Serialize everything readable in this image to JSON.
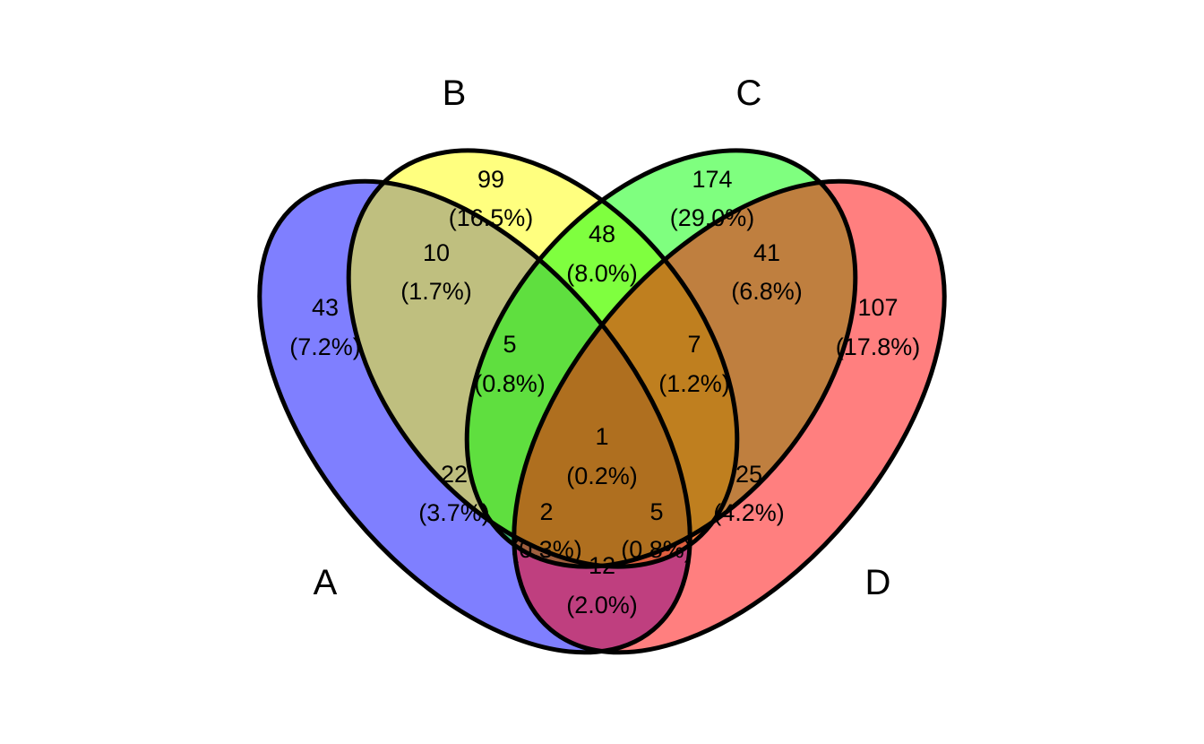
{
  "sets": [
    {
      "name": "A",
      "color": "#0000FF"
    },
    {
      "name": "B",
      "color": "#FFFF00"
    },
    {
      "name": "C",
      "color": "#00FF00"
    },
    {
      "name": "D",
      "color": "#FF0000"
    }
  ],
  "fill_opacity": 0.5,
  "regions": [
    {
      "id": "A",
      "count": "43",
      "pct": "(7.2%)"
    },
    {
      "id": "B",
      "count": "99",
      "pct": "(16.5%)"
    },
    {
      "id": "C",
      "count": "174",
      "pct": "(29.0%)"
    },
    {
      "id": "D",
      "count": "107",
      "pct": "(17.8%)"
    },
    {
      "id": "AB",
      "count": "10",
      "pct": "(1.7%)"
    },
    {
      "id": "BC",
      "count": "48",
      "pct": "(8.0%)"
    },
    {
      "id": "CD",
      "count": "41",
      "pct": "(6.8%)"
    },
    {
      "id": "ABC",
      "count": "5",
      "pct": "(0.8%)"
    },
    {
      "id": "BCD",
      "count": "7",
      "pct": "(1.2%)"
    },
    {
      "id": "ABCD",
      "count": "1",
      "pct": "(0.2%)"
    },
    {
      "id": "AC",
      "count": "22",
      "pct": "(3.7%)"
    },
    {
      "id": "BD",
      "count": "25",
      "pct": "(4.2%)"
    },
    {
      "id": "ACD",
      "count": "2",
      "pct": "(0.3%)"
    },
    {
      "id": "ABD",
      "count": "5",
      "pct": "(0.8%)"
    },
    {
      "id": "AD",
      "count": "12",
      "pct": "(2.0%)"
    }
  ]
}
